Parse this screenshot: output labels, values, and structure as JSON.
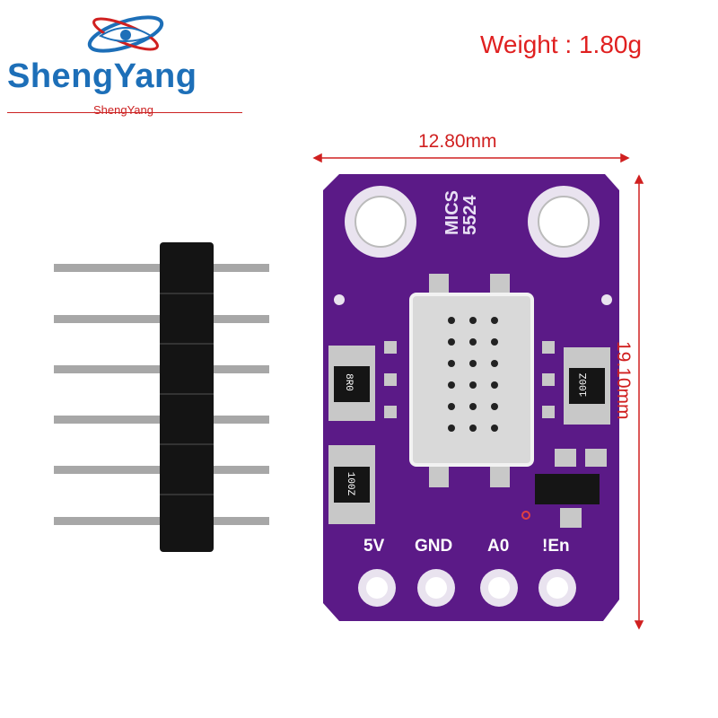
{
  "brand": {
    "name": "ShengYang",
    "subtitle": "ShengYang"
  },
  "product": {
    "weight": "Weight : 1.80g",
    "width": "12.80mm",
    "height": "19.10mm"
  },
  "board": {
    "chip_label_line1": "MICS",
    "chip_label_line2": "5524",
    "resistor_1": "8R0",
    "resistor_2": "100Z",
    "resistor_3": "100Z",
    "pins": [
      "5V",
      "GND",
      "A0",
      "!En"
    ]
  },
  "colors": {
    "board": "#5b1a87",
    "brand_blue": "#1d6fb8",
    "accent_red": "#e02020"
  }
}
